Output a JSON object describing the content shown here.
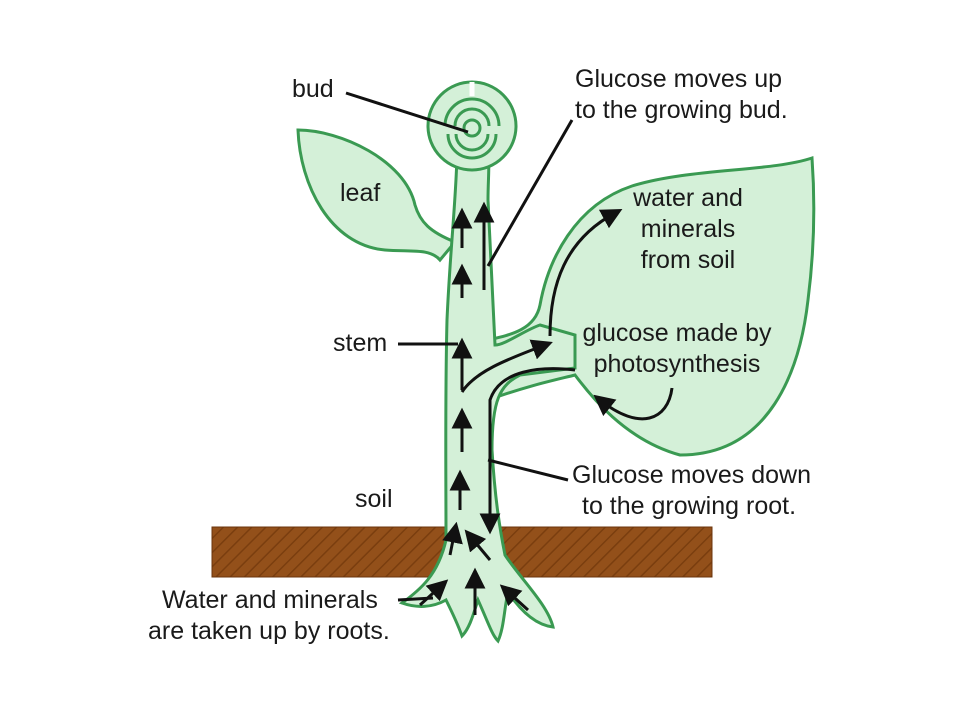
{
  "colors": {
    "plant_fill": "#d4f0d8",
    "plant_outline": "#3a9a52",
    "soil_fill": "#93501a",
    "soil_stripe": "#7a3e0f",
    "arrow": "#111111",
    "text": "#1a1a1a"
  },
  "labels": {
    "bud": "bud",
    "leaf": "leaf",
    "stem": "stem",
    "soil": "soil",
    "glucose_up": [
      "Glucose moves up",
      "to the growing bud."
    ],
    "water_from_soil": [
      "water and",
      "minerals",
      "from soil"
    ],
    "glucose_made": [
      "glucose made by",
      "photosynthesis"
    ],
    "glucose_down": [
      "Glucose moves down",
      "to the growing root."
    ],
    "roots_take_up": [
      "Water and minerals",
      "are taken up by roots."
    ]
  }
}
